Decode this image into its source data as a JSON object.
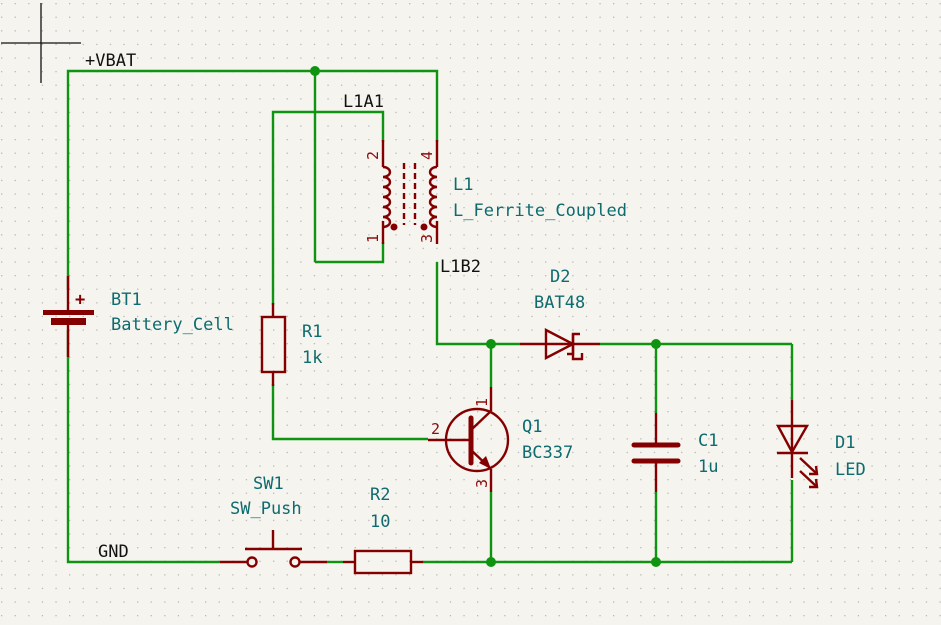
{
  "app": {
    "type": "schematic-editor"
  },
  "colors": {
    "background": "#f5f4ef",
    "wire": "#0e9410",
    "symbol": "#840000",
    "reference_text": "#0e6b6f",
    "net_label_text": "#111111",
    "grid_dot": "#b9b9b9"
  },
  "net_labels": {
    "vbat": "+VBAT",
    "gnd": "GND",
    "l1a1": "L1A1",
    "l1b2": "L1B2"
  },
  "components": {
    "bt1": {
      "ref": "BT1",
      "value": "Battery_Cell",
      "plus": "+"
    },
    "r1": {
      "ref": "R1",
      "value": "1k"
    },
    "r2": {
      "ref": "R2",
      "value": "10"
    },
    "l1": {
      "ref": "L1",
      "value": "L_Ferrite_Coupled",
      "pins": [
        "1",
        "2",
        "3",
        "4"
      ]
    },
    "d2": {
      "ref": "D2",
      "value": "BAT48"
    },
    "q1": {
      "ref": "Q1",
      "value": "BC337",
      "pins": [
        "1",
        "2",
        "3"
      ]
    },
    "c1": {
      "ref": "C1",
      "value": "1u"
    },
    "d1": {
      "ref": "D1",
      "value": "LED"
    },
    "sw1": {
      "ref": "SW1",
      "value": "SW_Push"
    }
  }
}
